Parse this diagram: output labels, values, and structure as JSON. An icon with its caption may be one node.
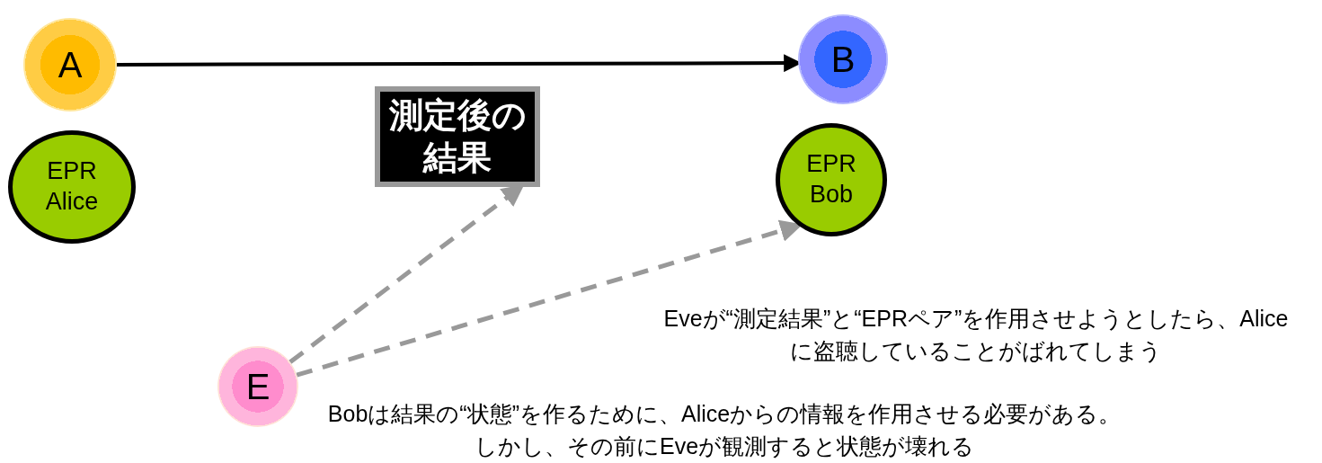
{
  "diagram": {
    "nodes": [
      {
        "text": [
          "A"
        ]
      },
      {
        "text": [
          "B"
        ]
      },
      {
        "text": [
          "EPR Alice"
        ]
      },
      {
        "text": [
          "測定後の結果"
        ]
      },
      {
        "text": [
          "EPR Bob"
        ]
      },
      {
        "text": [
          "E"
        ]
      }
    ],
    "edges": [
      {
        "from": 0,
        "to": 1,
        "arrow": "to",
        "color": "#000000"
      },
      {
        "from": 5,
        "to": 3,
        "arrow": "to",
        "style": "dashed"
      },
      {
        "from": 5,
        "to": 4,
        "arrow": "to",
        "style": "dashed"
      }
    ],
    "labels": [
      "Eveが“測定結果”と“EPRペア”を作用させようとしたら、Aliceに盗聴していることがばれてしまう",
      "Bobは結果の“状態”を作るために、Aliceからの情報を作用させる必要がある。しかし、その前にEveが観測すると状態が壊れる"
    ]
  }
}
